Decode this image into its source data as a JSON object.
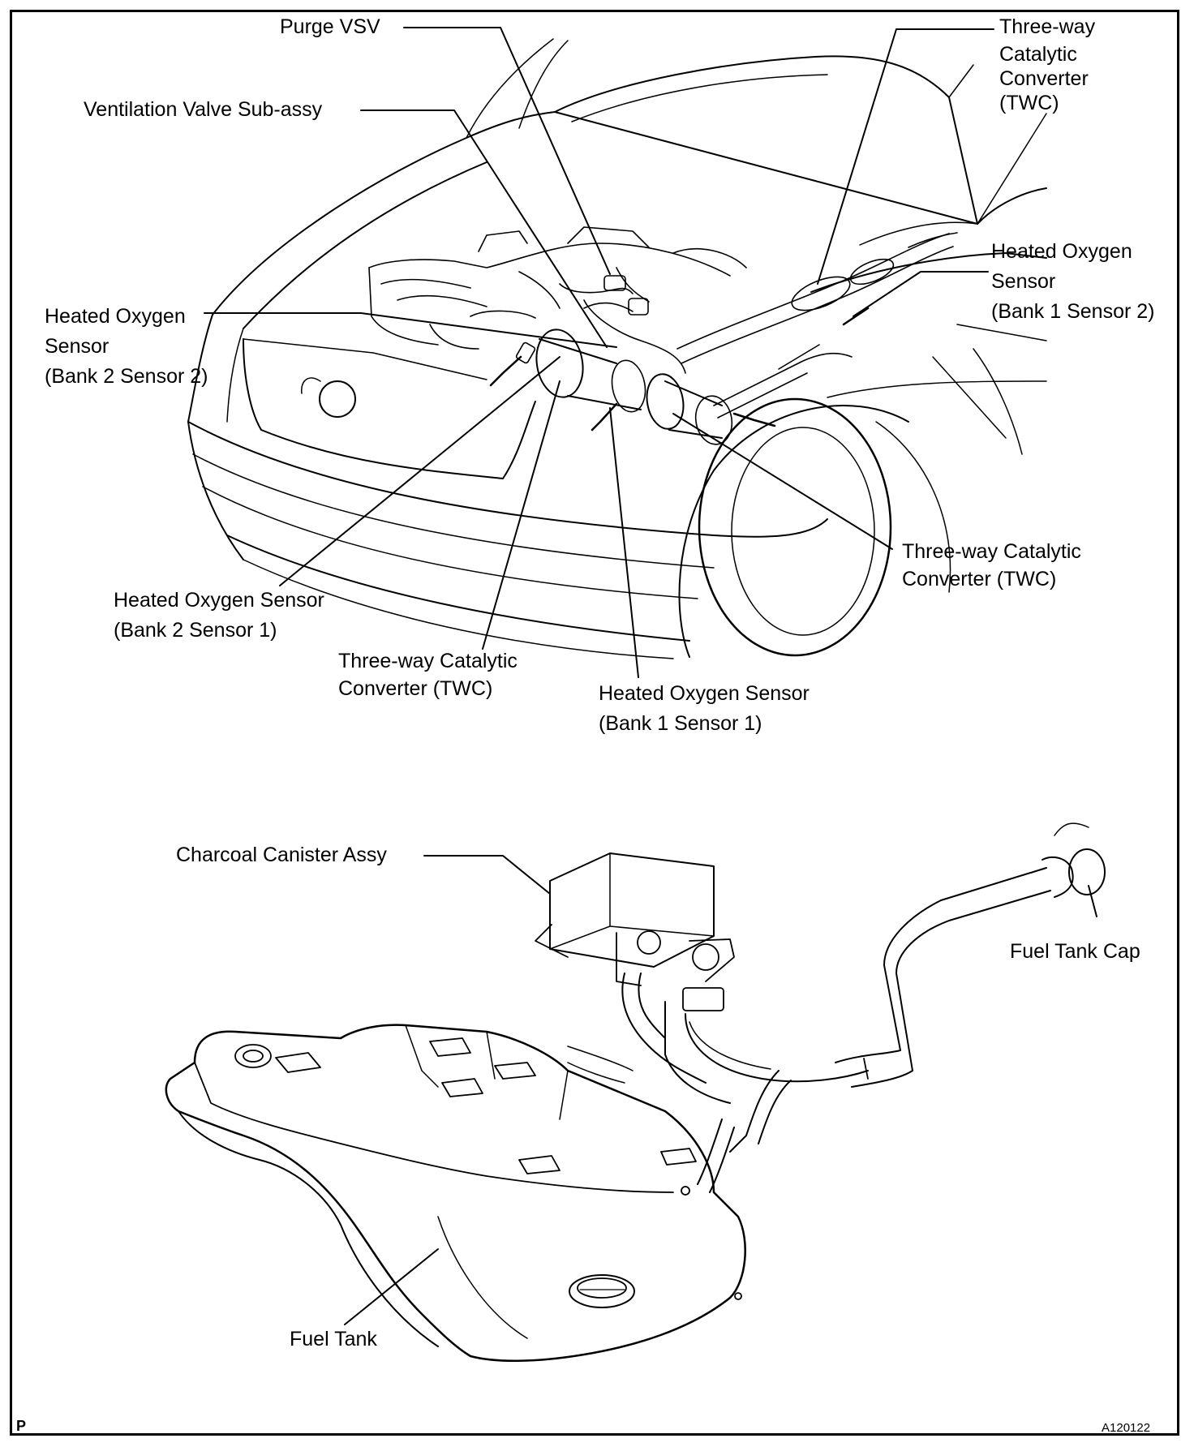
{
  "colors": {
    "ink": "#000000",
    "background": "#ffffff"
  },
  "labels": {
    "purge_vsv": "Purge VSV",
    "ventilation_valve": "Ventilation Valve Sub-assy",
    "twc_top": [
      "Three-way",
      "Catalytic",
      "Converter",
      "(TWC)"
    ],
    "hos_b1s2": [
      "Heated Oxygen",
      "Sensor",
      "(Bank 1 Sensor 2)"
    ],
    "hos_b2s2": [
      "Heated Oxygen",
      "Sensor",
      "(Bank 2 Sensor 2)"
    ],
    "twc_right": [
      "Three-way Catalytic",
      "Converter (TWC)"
    ],
    "hos_b2s1": [
      "Heated Oxygen Sensor",
      "(Bank 2 Sensor 1)"
    ],
    "twc_center": [
      "Three-way Catalytic",
      "Converter (TWC)"
    ],
    "hos_b1s1": [
      "Heated Oxygen Sensor",
      "(Bank 1 Sensor 1)"
    ],
    "charcoal_canister": "Charcoal Canister Assy",
    "fuel_tank_cap": "Fuel Tank Cap",
    "fuel_tank": "Fuel Tank"
  },
  "corner_mark": "P",
  "figure_code": "A120122"
}
